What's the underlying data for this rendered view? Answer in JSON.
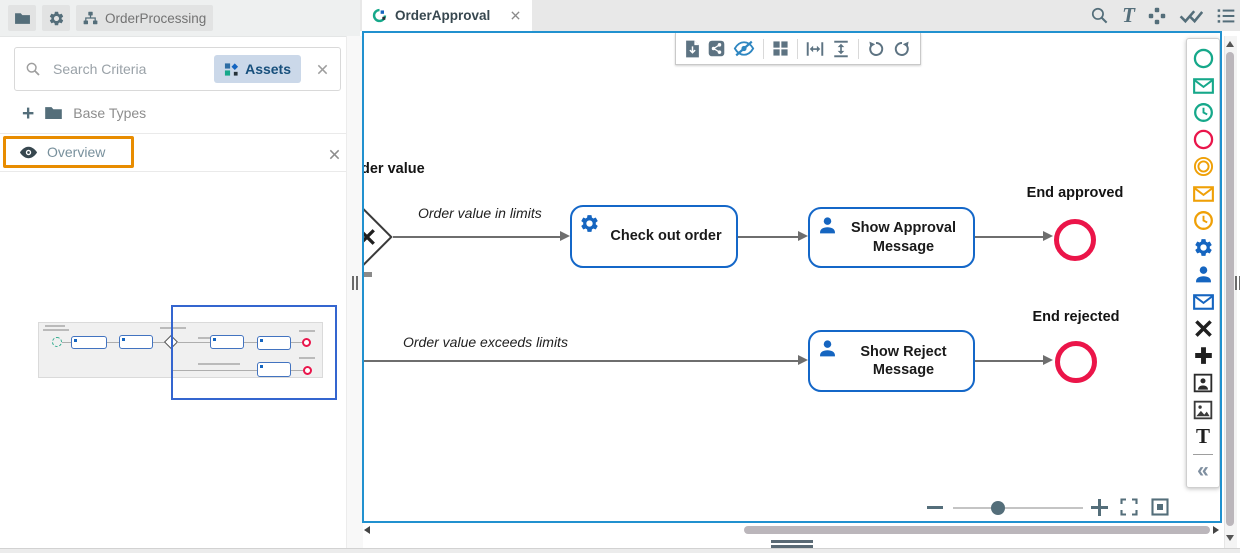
{
  "app": {
    "header": {
      "project": "OrderProcessing",
      "icons": [
        "folder-icon",
        "gear-icon",
        "model-icon"
      ]
    }
  },
  "sidebar": {
    "search": {
      "placeholder": "Search Criteria",
      "chip_label": "Assets",
      "icons": [
        "search-icon",
        "assets-icon",
        "clear-x-icon"
      ]
    },
    "add_glyph": "+",
    "base_types_label": "Base Types",
    "overview_title": "Overview",
    "overview_icons": [
      "eye-icon",
      "close-x-icon"
    ],
    "overview_highlight_color": "#e88c00"
  },
  "editor": {
    "tab_label": "OrderApproval",
    "tab_icons": [
      "bpmn-model-icon",
      "close-x-icon"
    ],
    "topbar": {
      "text_glyph": "T",
      "icons": [
        "search-icon",
        "text-style-icon",
        "shapes-icon",
        "validate-double-check-icon",
        "list-icon"
      ]
    },
    "toolbar_icons": [
      "export-file-icon",
      "share-icon",
      "hide-attributes-eye-slash-icon",
      "grid-icon",
      "distribute-horizontal-icon",
      "distribute-vertical-icon",
      "undo-icon",
      "redo-icon"
    ],
    "palette": {
      "text_glyph": "T",
      "collapse_glyph": "«",
      "icons": [
        "start-event",
        "message-start-event",
        "timer-start-event",
        "end-event",
        "intermediate-event",
        "message-intermediate-event",
        "timer-intermediate-event",
        "service-task",
        "user-task",
        "send-task",
        "exclusive-gateway",
        "parallel-gateway",
        "participant",
        "image",
        "text-annotation",
        "collapse-palette"
      ]
    },
    "zoom": {
      "slider_position_pct": 30,
      "icons": [
        "zoom-out-icon",
        "zoom-slider",
        "zoom-in-icon",
        "fullscreen-icon",
        "fit-view-icon"
      ]
    }
  },
  "diagram": {
    "gateway_label": "der value",
    "flow_in_limits": "Order value in limits",
    "flow_exceeds": "Order value exceeds limits",
    "task_checkout": "Check out order",
    "task_show_approval": "Show Approval Message",
    "task_show_reject": "Show Reject Message",
    "end_approved": "End approved",
    "end_rejected": "End rejected"
  },
  "colors": {
    "canvas_border": "#2191cf",
    "task_border_blue": "#1467c8",
    "accent_blue": "#1565c0",
    "end_event_red": "#eb1549",
    "teal": "#16a88a",
    "orange": "#efa007",
    "highlight_orange": "#e88c00",
    "slate_icons": "#546e7a",
    "edge_gray": "#6e6e6e",
    "viewport_blue": "#3465cf"
  }
}
